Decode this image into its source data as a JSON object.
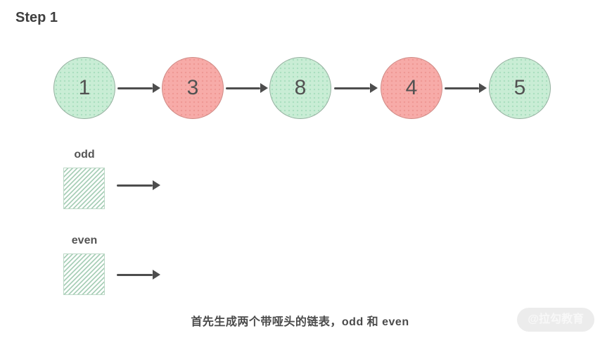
{
  "title": "Step 1",
  "list": {
    "nodes": [
      {
        "value": "1",
        "color": "green"
      },
      {
        "value": "3",
        "color": "red"
      },
      {
        "value": "8",
        "color": "green"
      },
      {
        "value": "4",
        "color": "red"
      },
      {
        "value": "5",
        "color": "green"
      }
    ]
  },
  "pointers": {
    "odd_label": "odd",
    "even_label": "even"
  },
  "caption": "首先生成两个带哑头的链表，odd 和 even",
  "watermark": "@拉勾教育",
  "colors": {
    "green_fill": "#c9edd5",
    "green_dot": "#aadfbf",
    "green_border": "#96b0a0",
    "red_fill": "#f7aba8",
    "red_dot": "#ef9894",
    "red_border": "#cf8b86",
    "hatch_line": "#a9cfb8",
    "arrow": "#4d4d4d",
    "text": "#4a4a4a",
    "watermark_bg": "#ececec",
    "watermark_text": "#f8f8f8"
  }
}
